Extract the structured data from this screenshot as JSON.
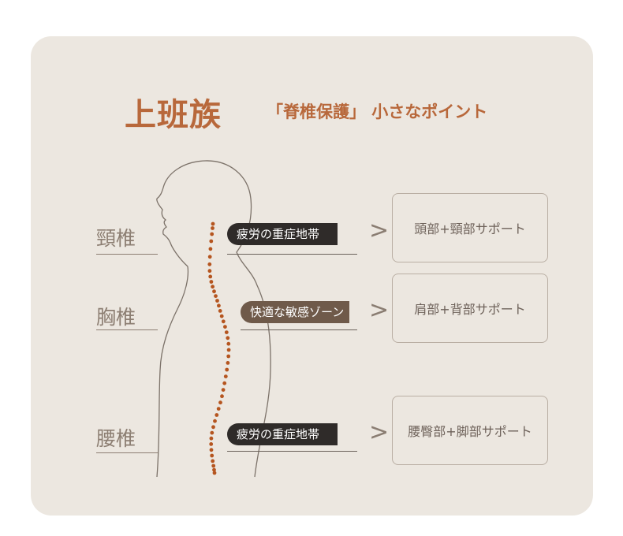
{
  "title": "上班族",
  "subtitle": "「脊椎保護」 小さなポイント",
  "regions": [
    {
      "label": "頸椎",
      "tag": "疲労の重症地帯",
      "support": "頭部+頸部サポート"
    },
    {
      "label": "胸椎",
      "tag": "快適な敏感ゾーン",
      "support": "肩部+背部サポート"
    },
    {
      "label": "腰椎",
      "tag": "疲労の重症地帯",
      "support": "腰臀部+脚部サポート"
    }
  ],
  "colors": {
    "accent": "#b8683b",
    "card": "#ece7e0",
    "dots": "#b5551f"
  }
}
